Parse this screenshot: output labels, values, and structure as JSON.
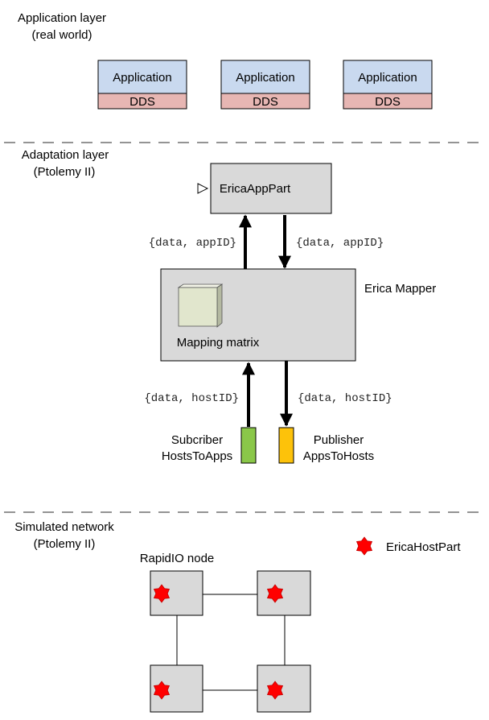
{
  "layers": {
    "application": {
      "title": "Application layer",
      "subtitle": "(real world)"
    },
    "adaptation": {
      "title": "Adaptation layer",
      "subtitle": "(Ptolemy II)"
    },
    "network": {
      "title": "Simulated network",
      "subtitle": "(Ptolemy II)"
    }
  },
  "apps": [
    {
      "app_label": "Application",
      "dds_label": "DDS"
    },
    {
      "app_label": "Application",
      "dds_label": "DDS"
    },
    {
      "app_label": "Application",
      "dds_label": "DDS"
    }
  ],
  "app_part": {
    "label": "EricaAppPart"
  },
  "mapper": {
    "label": "Erica Mapper",
    "matrix_label": "Mapping matrix"
  },
  "flows": {
    "up_app": "{data, appID}",
    "down_app": "{data, appID}",
    "up_host": "{data, hostID}",
    "down_host": "{data, hostID}"
  },
  "subscriber": {
    "line1": "Subcriber",
    "line2": "HostsToApps"
  },
  "publisher": {
    "line1": "Publisher",
    "line2": "AppsToHosts"
  },
  "network": {
    "node_label": "RapidIO node",
    "legend_label": "EricaHostPart"
  },
  "colors": {
    "application_fill": "#c9d9ef",
    "dds_fill": "#e7b6b3",
    "box_fill": "#d9d9d9",
    "matrix_fill": "#e1e6cd",
    "subscriber_fill": "#8ac749",
    "publisher_fill": "#fdc20a",
    "star_fill": "#ff0000"
  }
}
